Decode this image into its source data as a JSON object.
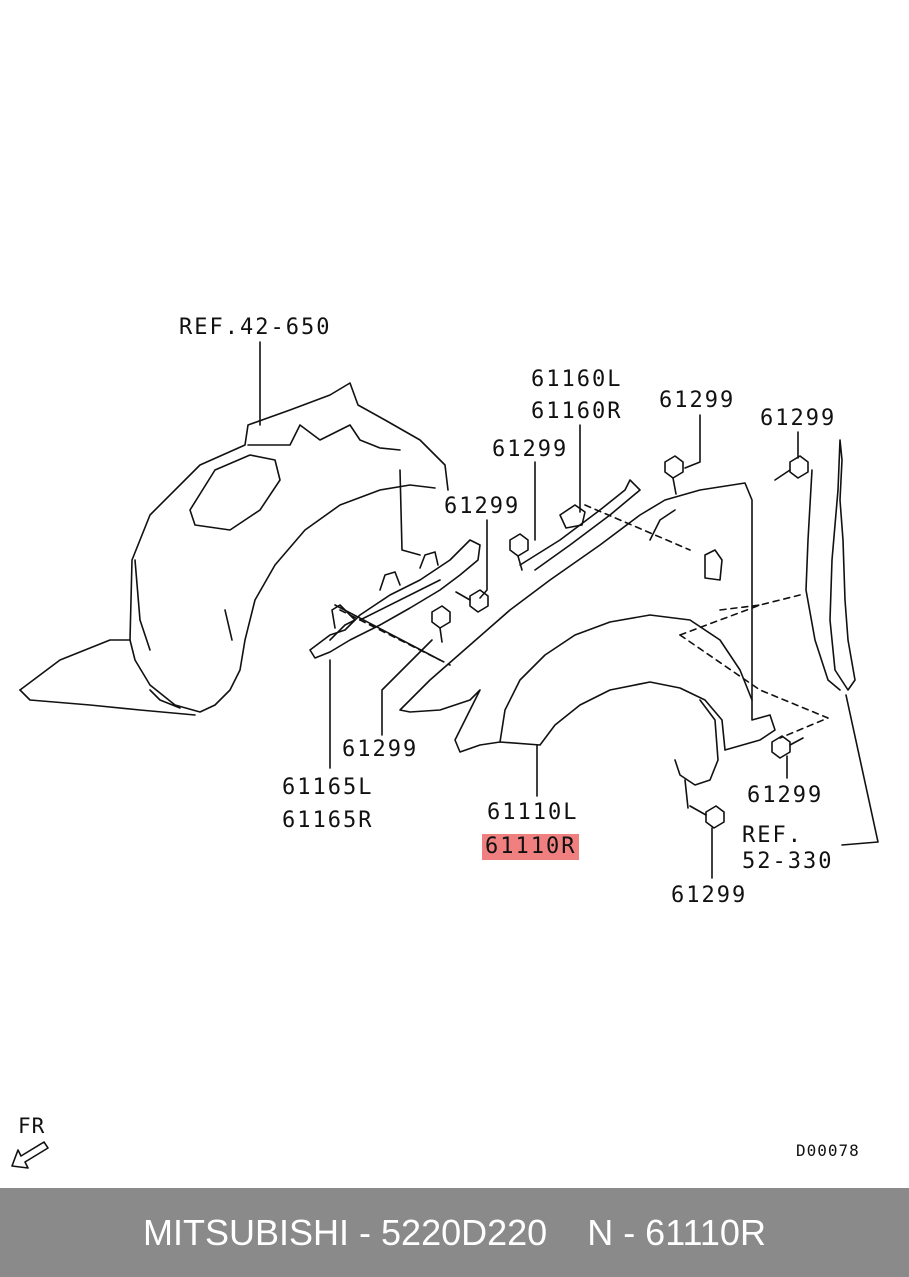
{
  "diagram": {
    "labels": {
      "ref_42_650": "REF.42-650",
      "p61160L": "61160L",
      "p61160R": "61160R",
      "p61299_a": "61299",
      "p61299_b": "61299",
      "p61299_c": "61299",
      "p61299_d": "61299",
      "p61299_e": "61299",
      "p61299_f": "61299",
      "p61299_g": "61299",
      "p61165L": "61165L",
      "p61165R": "61165R",
      "p61110L": "61110L",
      "p61110R": "61110R",
      "ref_52": "REF.",
      "ref_330": "52-330"
    },
    "highlight_color": "#f08080",
    "direction_label": "FR",
    "direction_icon": "front-arrow-icon",
    "code": "D00078"
  },
  "footer": {
    "brand_part": "MITSUBISHI - 5220D220",
    "number": "N - 61110R",
    "background": "#8a8a8a"
  }
}
